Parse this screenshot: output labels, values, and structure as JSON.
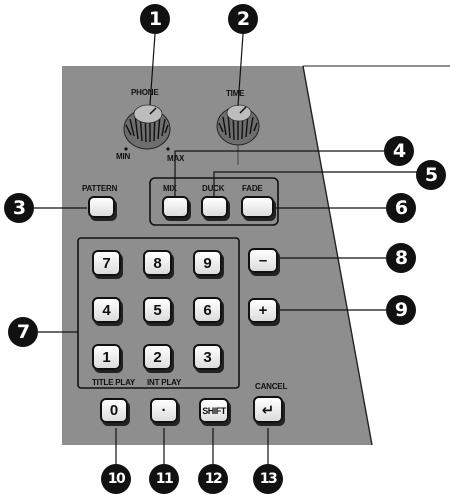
{
  "labels": {
    "phone": "PHONE",
    "min": "MIN",
    "max": "MAX",
    "time": "TIME",
    "pattern": "PATTERN",
    "mix": "MIX",
    "duck": "DUCK",
    "fade": "FADE",
    "title_play": "TITLE PLAY",
    "int_play": "INT PLAY",
    "cancel": "CANCEL"
  },
  "keys": {
    "k7": "7",
    "k8": "8",
    "k9": "9",
    "k4": "4",
    "k5": "5",
    "k6": "6",
    "k1": "1",
    "k2": "2",
    "k3": "3",
    "minus": "–",
    "plus": "+",
    "zero": "0",
    "dot": "·",
    "shift": "SHIFT",
    "enter": "↵"
  },
  "callouts": {
    "c1": "1",
    "c2": "2",
    "c3": "3",
    "c4": "4",
    "c5": "5",
    "c6": "6",
    "c7": "7",
    "c8": "8",
    "c9": "9",
    "c10": "10",
    "c11": "11",
    "c12": "12",
    "c13": "13"
  }
}
